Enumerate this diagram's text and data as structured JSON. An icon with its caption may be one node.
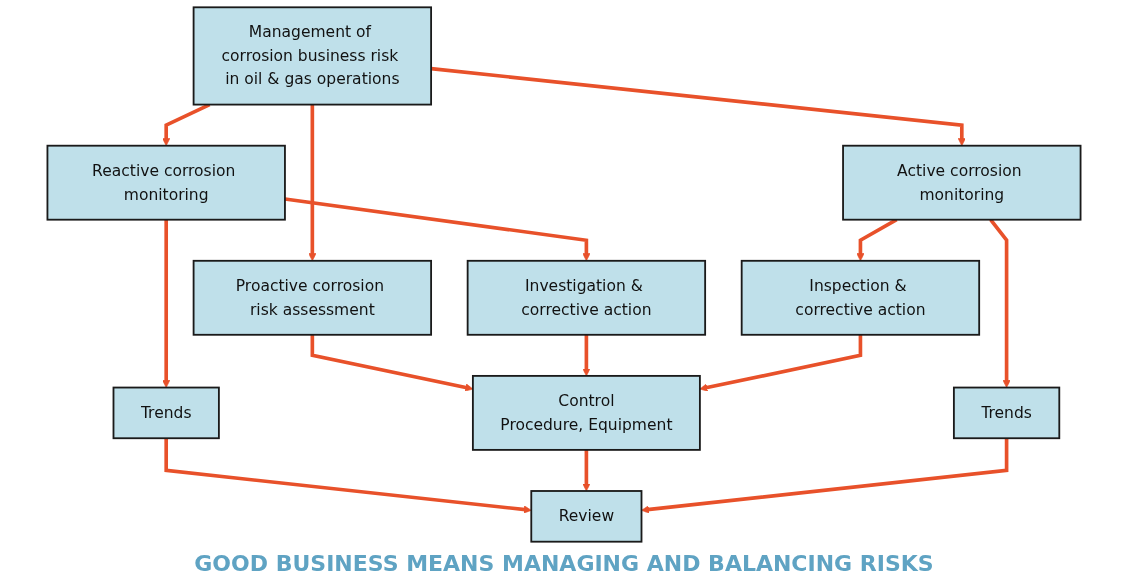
{
  "diagram": {
    "caption": "GOOD BUSINESS MEANS MANAGING AND BALANCING RISKS",
    "nodes": [
      {
        "text": [
          "Management of corrosion business risk in oil & gas operations"
        ]
      },
      {
        "text": [
          "Reactive corrosion monitoring"
        ]
      },
      {
        "text": [
          "Proactive corrosion risk assessment"
        ]
      },
      {
        "text": [
          "Active corrosion monitoring"
        ]
      },
      {
        "text": [
          "Investigation & corrective action"
        ]
      },
      {
        "text": [
          "Inspection & corrective action"
        ]
      },
      {
        "text": [
          "Trends"
        ]
      },
      {
        "text": [
          "Control",
          "Procedure, Equipment"
        ]
      },
      {
        "text": [
          "Trends"
        ]
      },
      {
        "text": [
          "Review"
        ]
      }
    ],
    "edges": [
      {
        "from": 0,
        "to": 1,
        "arrow": "to"
      },
      {
        "from": 0,
        "to": 2,
        "arrow": "to"
      },
      {
        "from": 0,
        "to": 3,
        "arrow": "to"
      },
      {
        "from": 1,
        "to": 4,
        "arrow": "to"
      },
      {
        "from": 1,
        "to": 6,
        "arrow": "to"
      },
      {
        "from": 2,
        "to": 7,
        "arrow": "to"
      },
      {
        "from": 3,
        "to": 5,
        "arrow": "to"
      },
      {
        "from": 3,
        "to": 8,
        "arrow": "to"
      },
      {
        "from": 4,
        "to": 7,
        "arrow": "to"
      },
      {
        "from": 5,
        "to": 7,
        "arrow": "to"
      },
      {
        "from": 6,
        "to": 9,
        "arrow": "to"
      },
      {
        "from": 7,
        "to": 9,
        "arrow": "to"
      },
      {
        "from": 8,
        "to": 9,
        "arrow": "to"
      }
    ]
  }
}
